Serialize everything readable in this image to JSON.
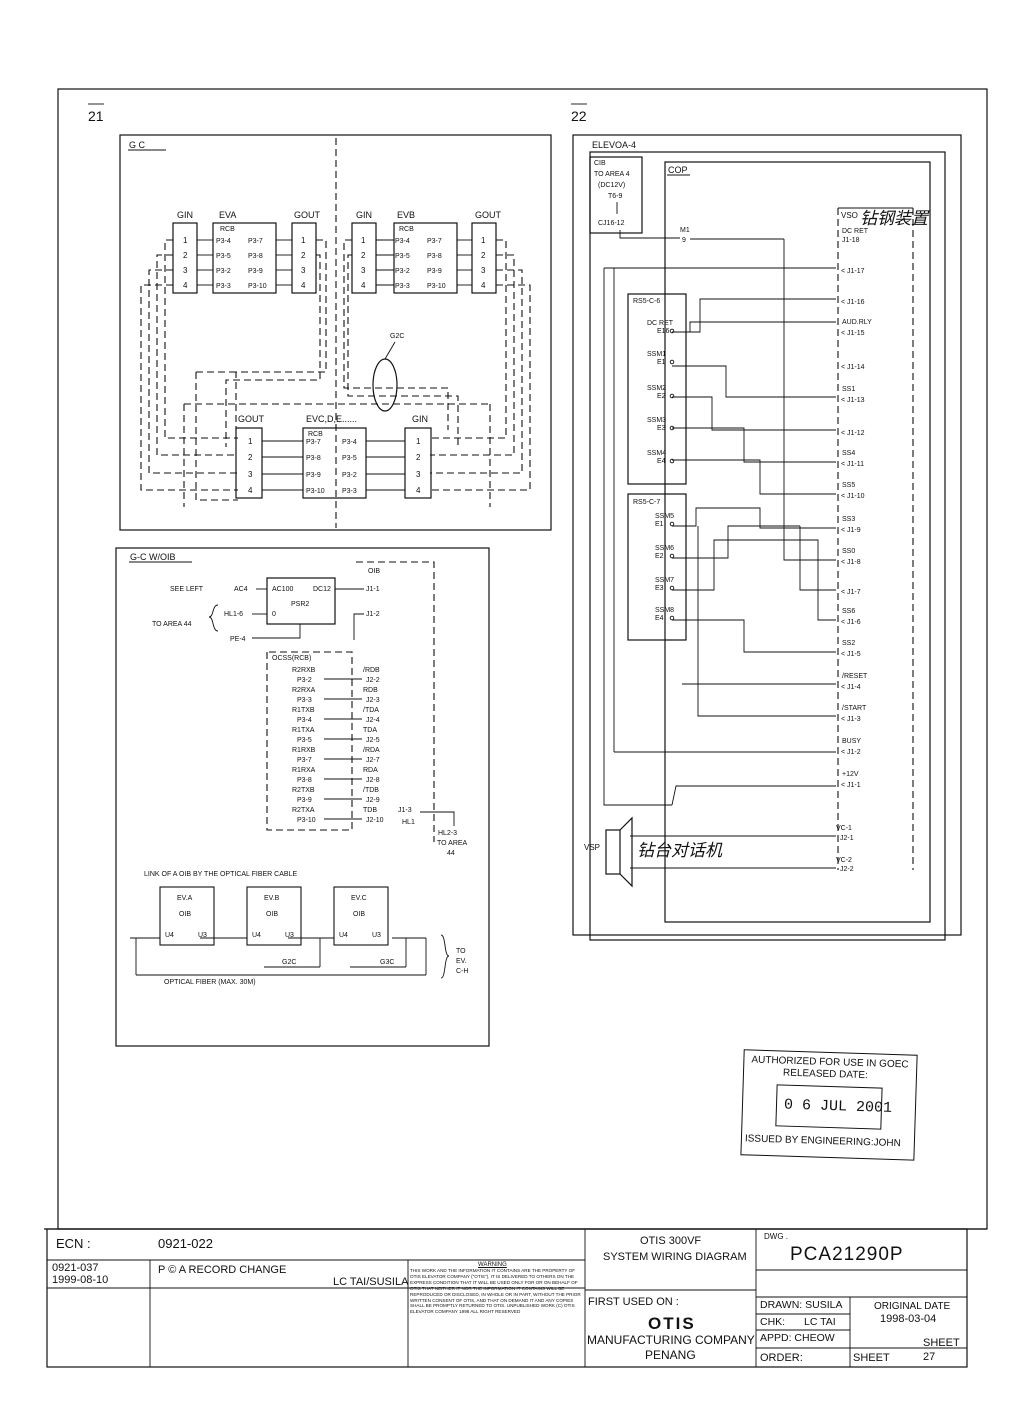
{
  "sheets": {
    "left_no": "21",
    "right_no": "22"
  },
  "gc": {
    "title": "G C",
    "labels": {
      "gin": "GIN",
      "gout": "GOUT",
      "eva": "EVA",
      "evb": "EVB",
      "rcb": "RCB",
      "g2c": "G2C",
      "evc": "EVC,D,E......"
    },
    "pins": [
      "1",
      "2",
      "3",
      "4"
    ],
    "top_rows": [
      [
        "P3-4",
        "P3-7"
      ],
      [
        "P3-5",
        "P3-8"
      ],
      [
        "P3-2",
        "P3-9"
      ],
      [
        "P3-3",
        "P3-10"
      ]
    ],
    "bottom_rows": [
      [
        "P3-7",
        "P3-4"
      ],
      [
        "P3-8",
        "P3-5"
      ],
      [
        "P3-9",
        "P3-2"
      ],
      [
        "P3-10",
        "P3-3"
      ]
    ]
  },
  "gcw": {
    "title": "G-C W/OIB",
    "oib": "OIB",
    "see_left": "SEE LEFT",
    "to_area": "TO AREA 44",
    "ac4": "AC4",
    "hl1": "HL1-6",
    "pe": "PE-4",
    "psr2": "PSR2",
    "ac100": "AC100",
    "dc12": "DC12",
    "zero": "0",
    "j1_1": "J1-1",
    "j1_2": "J1-2",
    "ocss": "OCSS(RCB)",
    "signals": [
      {
        "name": "R2RXB",
        "pin": "P3-2",
        "sig": "/RDB",
        "jack": "J2-2"
      },
      {
        "name": "R2RXA",
        "pin": "P3-3",
        "sig": "RDB",
        "jack": "J2-3"
      },
      {
        "name": "R1TXB",
        "pin": "P3-4",
        "sig": "/TDA",
        "jack": "J2-4"
      },
      {
        "name": "R1TXA",
        "pin": "P3-5",
        "sig": "TDA",
        "jack": "J2-5"
      },
      {
        "name": "R1RXB",
        "pin": "P3-7",
        "sig": "/RDA",
        "jack": "J2-7"
      },
      {
        "name": "R1RXA",
        "pin": "P3-8",
        "sig": "RDA",
        "jack": "J2-8"
      },
      {
        "name": "R2TXB",
        "pin": "P3-9",
        "sig": "/TDB",
        "jack": "J2-9"
      },
      {
        "name": "R2TXA",
        "pin": "P3-10",
        "sig": "TDB",
        "jack": "J2-10"
      }
    ],
    "j1_3": "J1-3",
    "hl1b": "HL1",
    "hl2_3": "HL2-3",
    "to_area2": "TO AREA",
    "area_no": "44",
    "link_caption": "LINK OF A OIB BY THE OPTICAL FIBER CABLE",
    "boxes": [
      {
        "title": "EV.A",
        "oib": "OIB",
        "u4": "U4",
        "u3": "U3"
      },
      {
        "title": "EV.B",
        "oib": "OIB",
        "u4": "U4",
        "u3": "U3"
      },
      {
        "title": "EV.C",
        "oib": "OIB",
        "u4": "U4",
        "u3": "U3"
      }
    ],
    "g2c": "G2C",
    "g3c": "G3C",
    "to_ev": [
      "TO",
      "EV.",
      "C-H"
    ],
    "fiber": "OPTICAL FIBER (MAX. 30M)"
  },
  "right": {
    "elevoa": "ELEVOA-4",
    "cib": "CIB",
    "to_area4": "TO AREA 4",
    "dc12v": "(DC12V)",
    "t6_9": "T6-9",
    "cj16": "CJ16-12",
    "cop": "COP",
    "m1": "M1",
    "nine": "9",
    "vso": "VSO",
    "handwriting_top": "钻钢装置",
    "dc_ret": "DC RET",
    "j1_18": "J1-18",
    "rs5a": "RS5-C-6",
    "rs5b": "RS5-C-7",
    "rs5a_pins": [
      {
        "name": "DC RET",
        "pin": "E16"
      },
      {
        "name": "SSM1",
        "pin": "E1"
      },
      {
        "name": "SSM2",
        "pin": "E2"
      },
      {
        "name": "SSM3",
        "pin": "E3"
      },
      {
        "name": "SSM4",
        "pin": "E4"
      }
    ],
    "rs5b_pins": [
      {
        "name": "SSM5",
        "pin": "E1"
      },
      {
        "name": "SSM6",
        "pin": "E2"
      },
      {
        "name": "SSM7",
        "pin": "E3"
      },
      {
        "name": "SSM8",
        "pin": "E4"
      }
    ],
    "j1_terms": [
      {
        "label": "",
        "jack": "J1-17"
      },
      {
        "label": "",
        "jack": "J1-16"
      },
      {
        "label": "AUD.RLY",
        "jack": "J1-15"
      },
      {
        "label": "",
        "jack": "J1-14"
      },
      {
        "label": "SS1",
        "jack": "J1-13"
      },
      {
        "label": "",
        "jack": "J1-12"
      },
      {
        "label": "SS4",
        "jack": "J1-11"
      },
      {
        "label": "SS5",
        "jack": "J1-10"
      },
      {
        "label": "SS3",
        "jack": "J1-9"
      },
      {
        "label": "SS0",
        "jack": "J1-8"
      },
      {
        "label": "",
        "jack": "J1-7"
      },
      {
        "label": "SS6",
        "jack": "J1-6"
      },
      {
        "label": "SS2",
        "jack": "J1-5"
      },
      {
        "label": "/RESET",
        "jack": "J1-4"
      },
      {
        "label": "/START",
        "jack": "J1-3"
      },
      {
        "label": "BUSY",
        "jack": "J1-2"
      },
      {
        "label": "+12V",
        "jack": "J1-1"
      }
    ],
    "vc1": "VC-1",
    "j2_1": "J2-1",
    "vc2": "VC-2",
    "j2_2": "J2-2",
    "vsp": "VSP",
    "handwriting_speaker": "钻台对话机"
  },
  "stamp": {
    "line1": "AUTHORIZED FOR USE IN GOEC",
    "line2": "RELEASED DATE:",
    "date": "0 6  JUL  2001",
    "line3": "ISSUED BY ENGINEERING:JOHN"
  },
  "title_block": {
    "ecn_label": "ECN :",
    "ecn_value": "0921-022",
    "rev_no": "0921-037",
    "rev_date": "1999-08-10",
    "rev_desc": "P © A RECORD CHANGE",
    "rev_by": "LC TAI/SUSILA",
    "warning_title": "WARNING",
    "warning_text": "THIS WORK AND THE INFORMATION IT CONTAINS ARE THE PROPERTY OF OTIS ELEVATOR COMPANY (\"OTIS\"). IT IS DELIVERED TO OTHERS ON THE EXPRESS CONDITION THAT IT WILL BE USED ONLY FOR OR ON BEHALF OF OTIS THAT NEITHER IT NOR THE INFORMATION IT CONTAINS WILL BE REPRODUCED OR DISCLOSED, IN WHOLE OR IN PART, WITHOUT THE PRIOR WRITTEN CONSENT OF OTIS, AND THAT ON DEMAND IT AND ANY COPIES SHALL BE PROMPTLY RETURNED TO OTIS. UNPUBLISHED WORK (C) OTIS ELEVATOR COMPANY 1998 ALL RIGHT RESERVED",
    "title1": "OTIS 300VF",
    "title2": "SYSTEM WIRING DIAGRAM",
    "dwg_label": "DWG .",
    "dwg_no": "PCA21290P",
    "first_used": "FIRST USED ON :",
    "company": "OTIS",
    "company2": "MANUFACTURING COMPANY",
    "company3": "PENANG",
    "drawn": "DRAWN: SUSILA",
    "chk_label": "CHK:",
    "chk_value": "LC TAI",
    "appd": "APPD:  CHEOW",
    "order": "ORDER:",
    "orig_date_label": "ORIGINAL DATE",
    "orig_date": "1998-03-04",
    "sheet_label": "SHEET",
    "sheet_label2": "SHEET",
    "sheet_no": "27"
  }
}
